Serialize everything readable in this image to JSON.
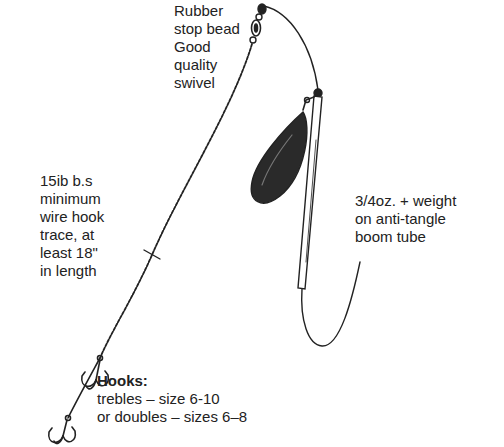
{
  "diagram": {
    "labels": [
      "Rubber stop bead",
      "Good quality swivel",
      "15ib b.s minimum wire hook trace, at least 18\" in length",
      "3/4oz. + weight on anti-tangle boom tube",
      "Hooks:",
      "trebles – size 6-10",
      "or doubles – sizes 6–8"
    ]
  }
}
